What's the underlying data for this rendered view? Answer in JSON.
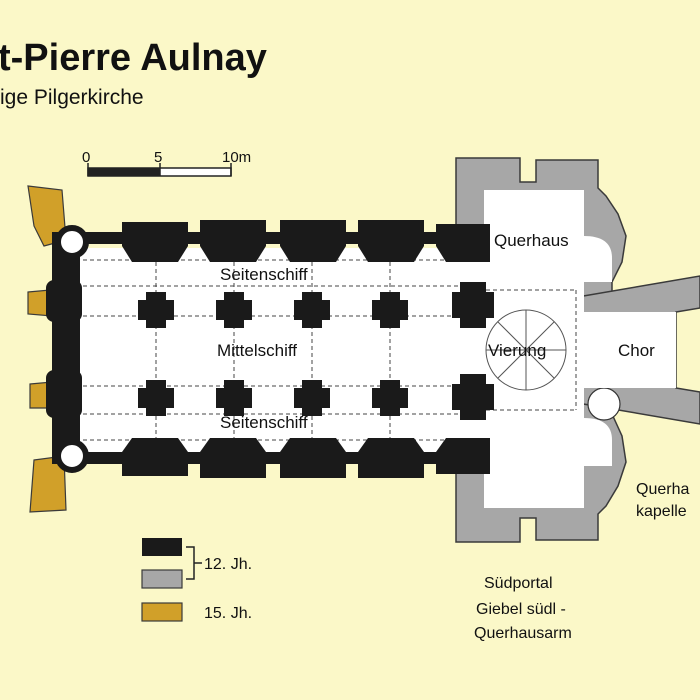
{
  "title": "t-Pierre Aulnay",
  "subtitle": "ige Pilgerkirche",
  "scale_bar": {
    "ticks": [
      "0",
      "5",
      "10m"
    ]
  },
  "rooms": {
    "seitenschiff_north": "Seitenschiff",
    "mittelschiff": "Mittelschiff",
    "seitenschiff_south": "Seitenschiff",
    "querhaus": "Querhaus",
    "vierung": "Vierung",
    "chor": "Chor"
  },
  "annotations": {
    "querhaus_kapelle_1": "Querha",
    "querhaus_kapelle_2": "kapelle",
    "suedportal": "Südportal",
    "giebel_1": "Giebel  südl -",
    "giebel_2": "Querhausarm"
  },
  "legend": {
    "century_12": "12. Jh.",
    "century_15": "15. Jh.",
    "colors": {
      "black": "#1a1a1a",
      "grey": "#a7a7a7",
      "ochre": "#d1a029"
    }
  }
}
